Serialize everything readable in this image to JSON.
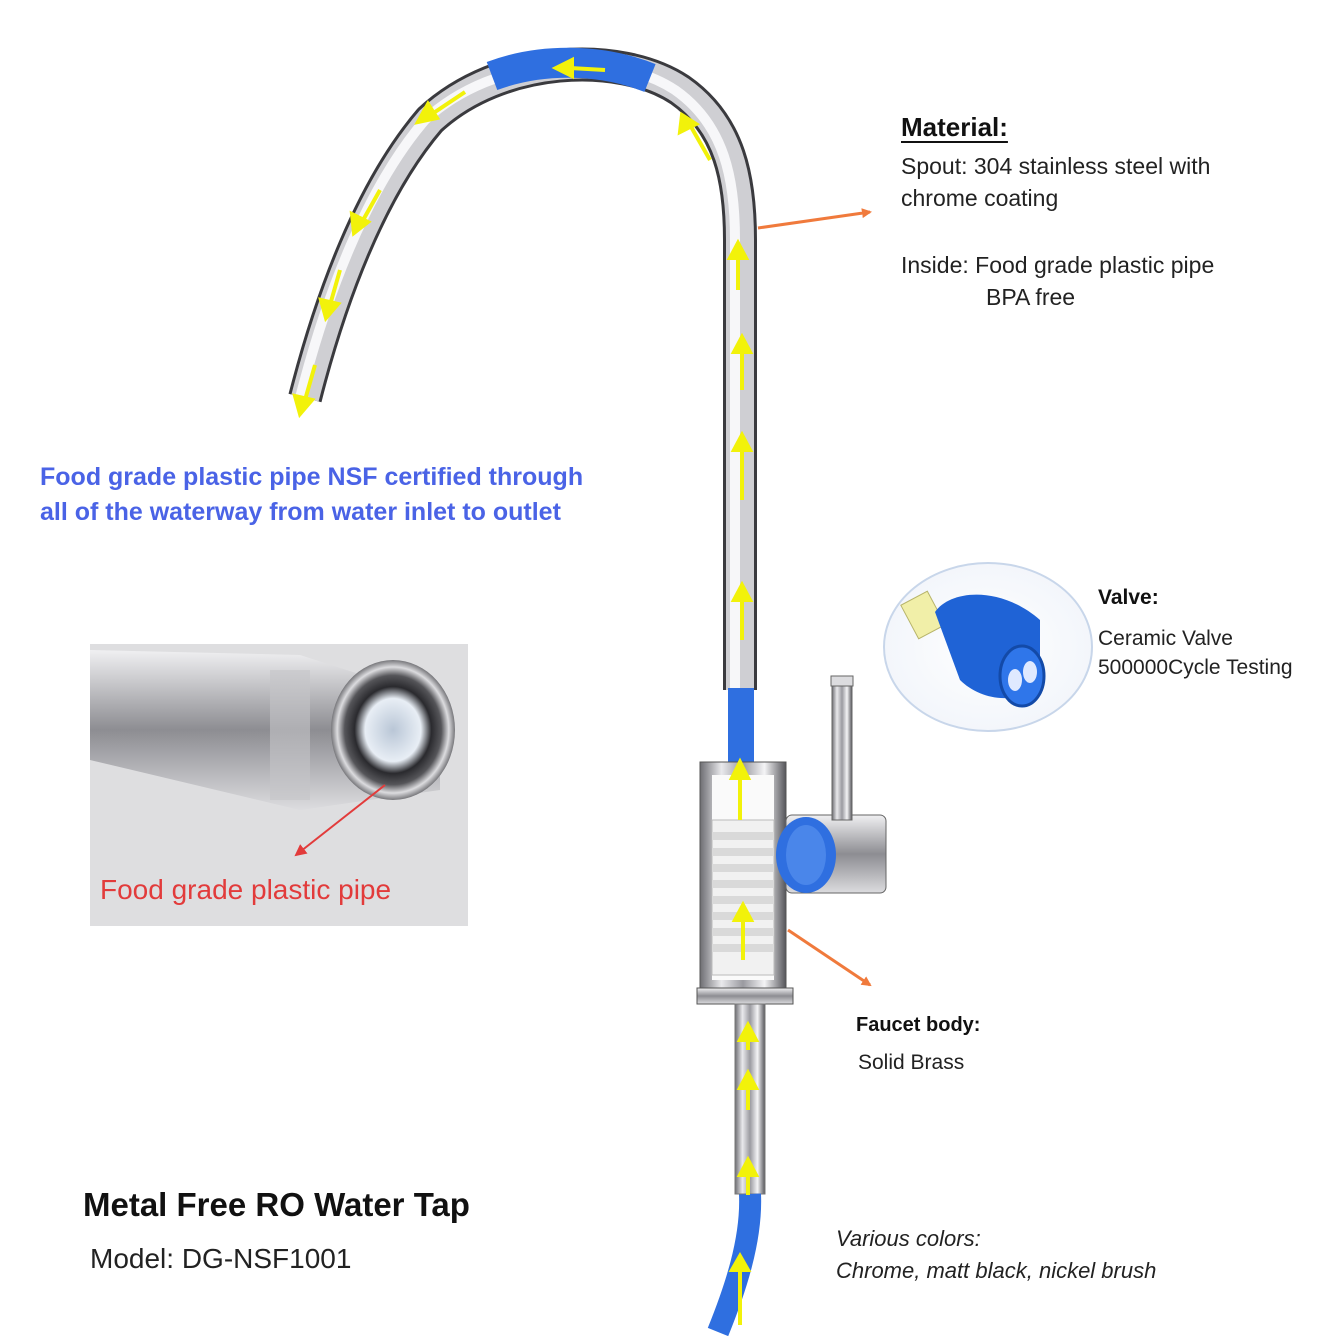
{
  "material": {
    "title": "Material:",
    "spout_line1": "Spout:  304 stainless steel with",
    "spout_line2": "chrome coating",
    "inside_line1": "Inside: Food grade plastic pipe",
    "inside_line2": "BPA free"
  },
  "note": {
    "line1": "Food grade plastic pipe NSF certified through",
    "line2": "all of the waterway from water inlet to outlet"
  },
  "photo": {
    "caption": "Food grade plastic pipe"
  },
  "valve": {
    "title": "Valve:",
    "line1": "Ceramic Valve",
    "line2": "500000Cycle Testing"
  },
  "faucet_body": {
    "title": "Faucet body:",
    "material": "Solid Brass"
  },
  "product": {
    "title": "Metal Free RO Water Tap",
    "model": "Model: DG-NSF1001"
  },
  "colors": {
    "title": "Various colors:",
    "list": "Chrome, matt black, nickel brush"
  },
  "palette": {
    "pipe_blue": "#2f6fe0",
    "flow_arrow": "#f2f20a",
    "callout_arrow": "#f07a3c",
    "note_blue": "#4a63e6",
    "caption_red": "#e23b3b"
  }
}
